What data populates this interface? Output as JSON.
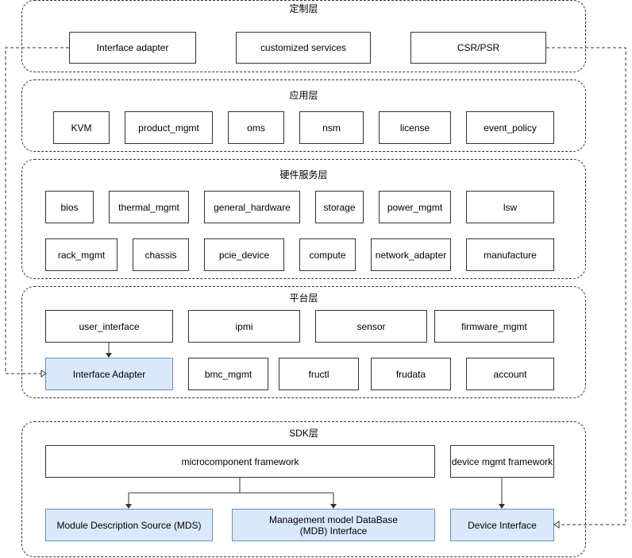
{
  "layers": {
    "custom": {
      "title": "定制层",
      "modules": {
        "interface_adapter": "Interface adapter",
        "customized_services": "customized services",
        "csr_psr": "CSR/PSR"
      }
    },
    "app": {
      "title": "应用层",
      "modules": {
        "kvm": "KVM",
        "product_mgmt": "product_mgmt",
        "oms": "oms",
        "nsm": "nsm",
        "license": "license",
        "event_policy": "event_policy"
      }
    },
    "hardware": {
      "title": "硬件服务层",
      "modules": {
        "bios": "bios",
        "thermal_mgmt": "thermal_mgmt",
        "general_hardware": "general_hardware",
        "storage": "storage",
        "power_mgmt": "power_mgmt",
        "lsw": "lsw",
        "rack_mgmt": "rack_mgmt",
        "chassis": "chassis",
        "pcie_device": "pcie_device",
        "compute": "compute",
        "network_adapter": "network_adapter",
        "manufacture": "manufacture"
      }
    },
    "platform": {
      "title": "平台层",
      "modules": {
        "user_interface": "user_interface",
        "ipmi": "ipmi",
        "sensor": "sensor",
        "firmware_mgmt": "firmware_mgmt",
        "interface_adapter": "Interface Adapter",
        "bmc_mgmt": "bmc_mgmt",
        "fructl": "fructl",
        "frudata": "frudata",
        "account": "account"
      }
    },
    "sdk": {
      "title": "SDK层",
      "modules": {
        "microcomponent_framework": "microcomponent framework",
        "device_mgmt_framework": "device mgmt framework",
        "mds": "Module Description Source (MDS)",
        "mdb_interface": "Management model DataBase\n(MDB) Interface",
        "device_interface": "Device Interface"
      }
    }
  },
  "colors": {
    "highlight_fill": "#dae8fc",
    "highlight_border": "#6c8ebf",
    "line": "#333333"
  }
}
